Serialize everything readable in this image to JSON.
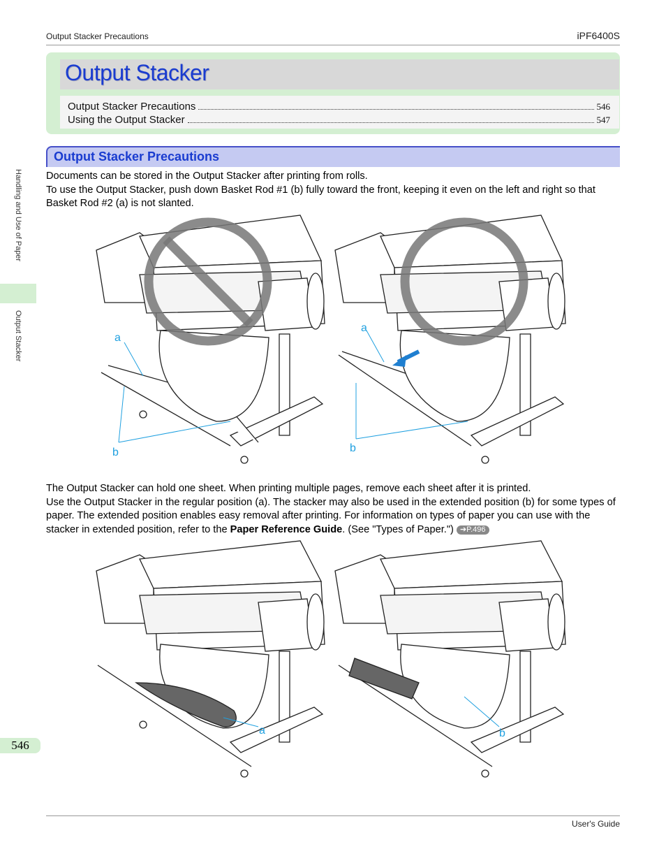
{
  "header": {
    "section": "Output Stacker Precautions",
    "model": "iPF6400S"
  },
  "chapter": {
    "title": "Output Stacker"
  },
  "toc": [
    {
      "label": "Output Stacker Precautions",
      "page": "546"
    },
    {
      "label": "Using the Output Stacker",
      "page": "547"
    }
  ],
  "section": {
    "title": "Output Stacker Precautions"
  },
  "para1": {
    "line1": "Documents can be stored in the Output Stacker after printing from rolls.",
    "line2": "To use the Output Stacker, push down Basket Rod #1 (b) fully toward the front, keeping it even on the left and right so that Basket Rod #2 (a) is not slanted."
  },
  "para2": {
    "line1": "The Output Stacker can hold one sheet. When printing multiple pages, remove each sheet after it is printed.",
    "line2_pre": "Use the Output Stacker in the regular position (a). The stacker may also be used in the extended position (b) for some types of paper. The extended position enables easy removal after printing. For information on types of paper you can use with the stacker in extended position, refer to the ",
    "line2_bold": "Paper Reference Guide",
    "line2_post": ".  (See \"Types of Paper.\") ",
    "link": "➔P.496"
  },
  "figure_labels": {
    "a": "a",
    "b": "b"
  },
  "sidebar": {
    "chapter": "Handling and Use of Paper",
    "section": "Output Stacker"
  },
  "page_number": "546",
  "footer": {
    "title": "User's Guide"
  },
  "colors": {
    "accent_green": "#d4efd2",
    "title_blue": "#1a3cd0",
    "label_blue": "#1fa0e0"
  }
}
